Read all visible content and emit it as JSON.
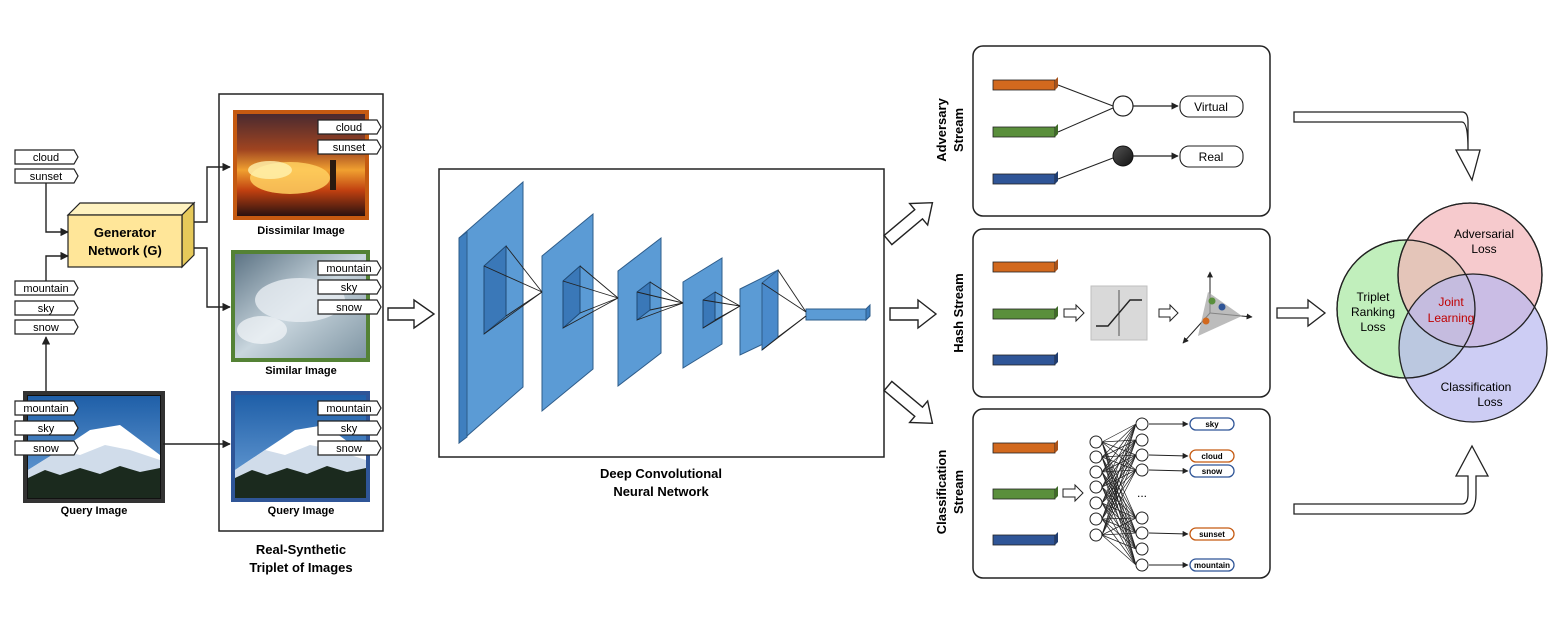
{
  "tags": {
    "cloud": "cloud",
    "sunset": "sunset",
    "mountain": "mountain",
    "sky": "sky",
    "snow": "snow"
  },
  "generator": {
    "line1": "Generator",
    "line2": "Network (G)"
  },
  "captions": {
    "query_image": "Query Image",
    "dissimilar_image": "Dissimilar Image",
    "similar_image": "Similar Image",
    "triplet_title_line1": "Real-Synthetic",
    "triplet_title_line2": "Triplet of Images",
    "cnn_line1": "Deep Convolutional",
    "cnn_line2": "Neural Network"
  },
  "streams": {
    "adversary_line1": "Adversary",
    "adversary_line2": "Stream",
    "hash": "Hash Stream",
    "classification_line1": "Classification",
    "classification_line2": "Stream"
  },
  "adversary_outputs": {
    "virtual": "Virtual",
    "real": "Real"
  },
  "class_labels": {
    "sky": "sky",
    "cloud": "cloud",
    "snow": "snow",
    "ellipsis": "...",
    "sunset": "sunset",
    "mountain": "mountain"
  },
  "losses": {
    "adversarial_line1": "Adversarial",
    "adversarial_line2": "Loss",
    "triplet_line1": "Triplet",
    "triplet_line2": "Ranking",
    "triplet_line3": "Loss",
    "classification_line1": "Classification",
    "classification_line2": "Loss",
    "joint_line1": "Joint",
    "joint_line2": "Learning"
  },
  "colors": {
    "feature_orange": "#d2691e",
    "feature_green": "#5a8f3c",
    "feature_blue": "#2f5597",
    "conv_blue": "#5b9bd5",
    "generator_fill": "#ffe699",
    "triplet_circle": "#b6ecb0",
    "adversarial_circle": "#f2b3b8",
    "classification_circle": "#b8b8f0",
    "joint_text": "#c00000"
  }
}
